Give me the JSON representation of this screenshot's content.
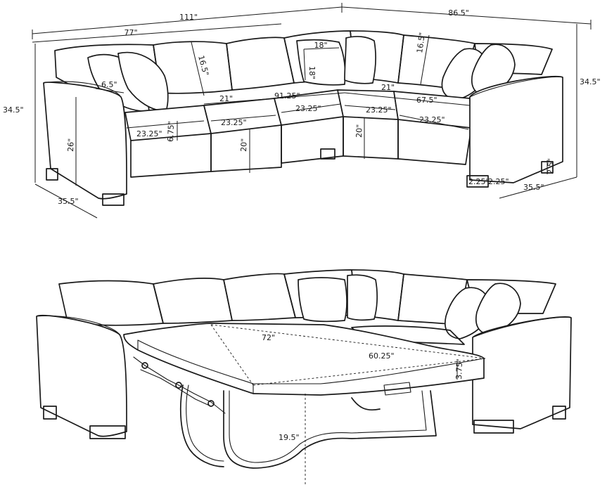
{
  "dimensions": {
    "overall_width": "111\"",
    "overall_depth_right": "86.5\"",
    "left_section_width": "77\"",
    "height_left": "34.5\"",
    "height_right": "34.5\"",
    "depth_left_arm": "35.5\"",
    "depth_right_arm": "35.5\"",
    "pillow_width": "18\"",
    "pillow_height": "18\"",
    "back_height_left": "16.5\"",
    "back_height_right": "16.5\"",
    "arm_width": "6.5\"",
    "back_cushion_width_left": "21\"",
    "back_cushion_width_right": "21\"",
    "inner_left_run": "91.25\"",
    "inner_right_run": "67.5\"",
    "seat_cushion_1": "23.25\"",
    "seat_cushion_2": "23.25\"",
    "seat_cushion_3": "23.25\"",
    "seat_cushion_4": "23.25\"",
    "seat_cushion_5": "23.25\"",
    "cushion_thickness": "6.75\"",
    "arm_height": "26\"",
    "seat_height": "20\"",
    "seat_height_corner": "20\"",
    "leg_height": "2.5\"",
    "leg_width_a": "2.25\"",
    "leg_width_b": "2.25\""
  },
  "sleeper": {
    "mattress_length": "72\"",
    "mattress_width": "60.25\"",
    "mattress_thickness": "3.75\"",
    "bed_height": "19.5\""
  }
}
